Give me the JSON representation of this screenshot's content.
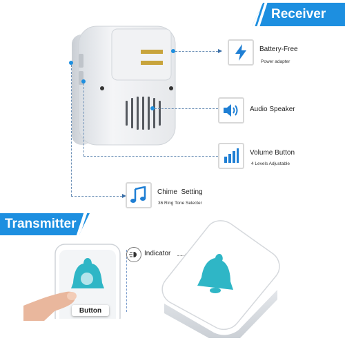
{
  "banners": {
    "receiver": "Receiver",
    "transmitter": "Transmitter"
  },
  "features": [
    {
      "icon": "lightning-icon",
      "title": "Battery-Free",
      "subtitle": "Power adapter"
    },
    {
      "icon": "speaker-icon",
      "title": "Audio Speaker",
      "subtitle": ""
    },
    {
      "icon": "volume-bars-icon",
      "title": "Volume Button",
      "subtitle": "4 Levels Adjustable"
    },
    {
      "icon": "music-note-icon",
      "title": "Chime  Setting",
      "subtitle": "36 Ring Tone Selecter"
    }
  ],
  "transmitter": {
    "indicator_label": "Indicator",
    "button_label": "Button"
  },
  "colors": {
    "brand_blue": "#1d8fe0",
    "bell_teal": "#2fb6c6",
    "icon_blue": "#1f7fd4"
  }
}
